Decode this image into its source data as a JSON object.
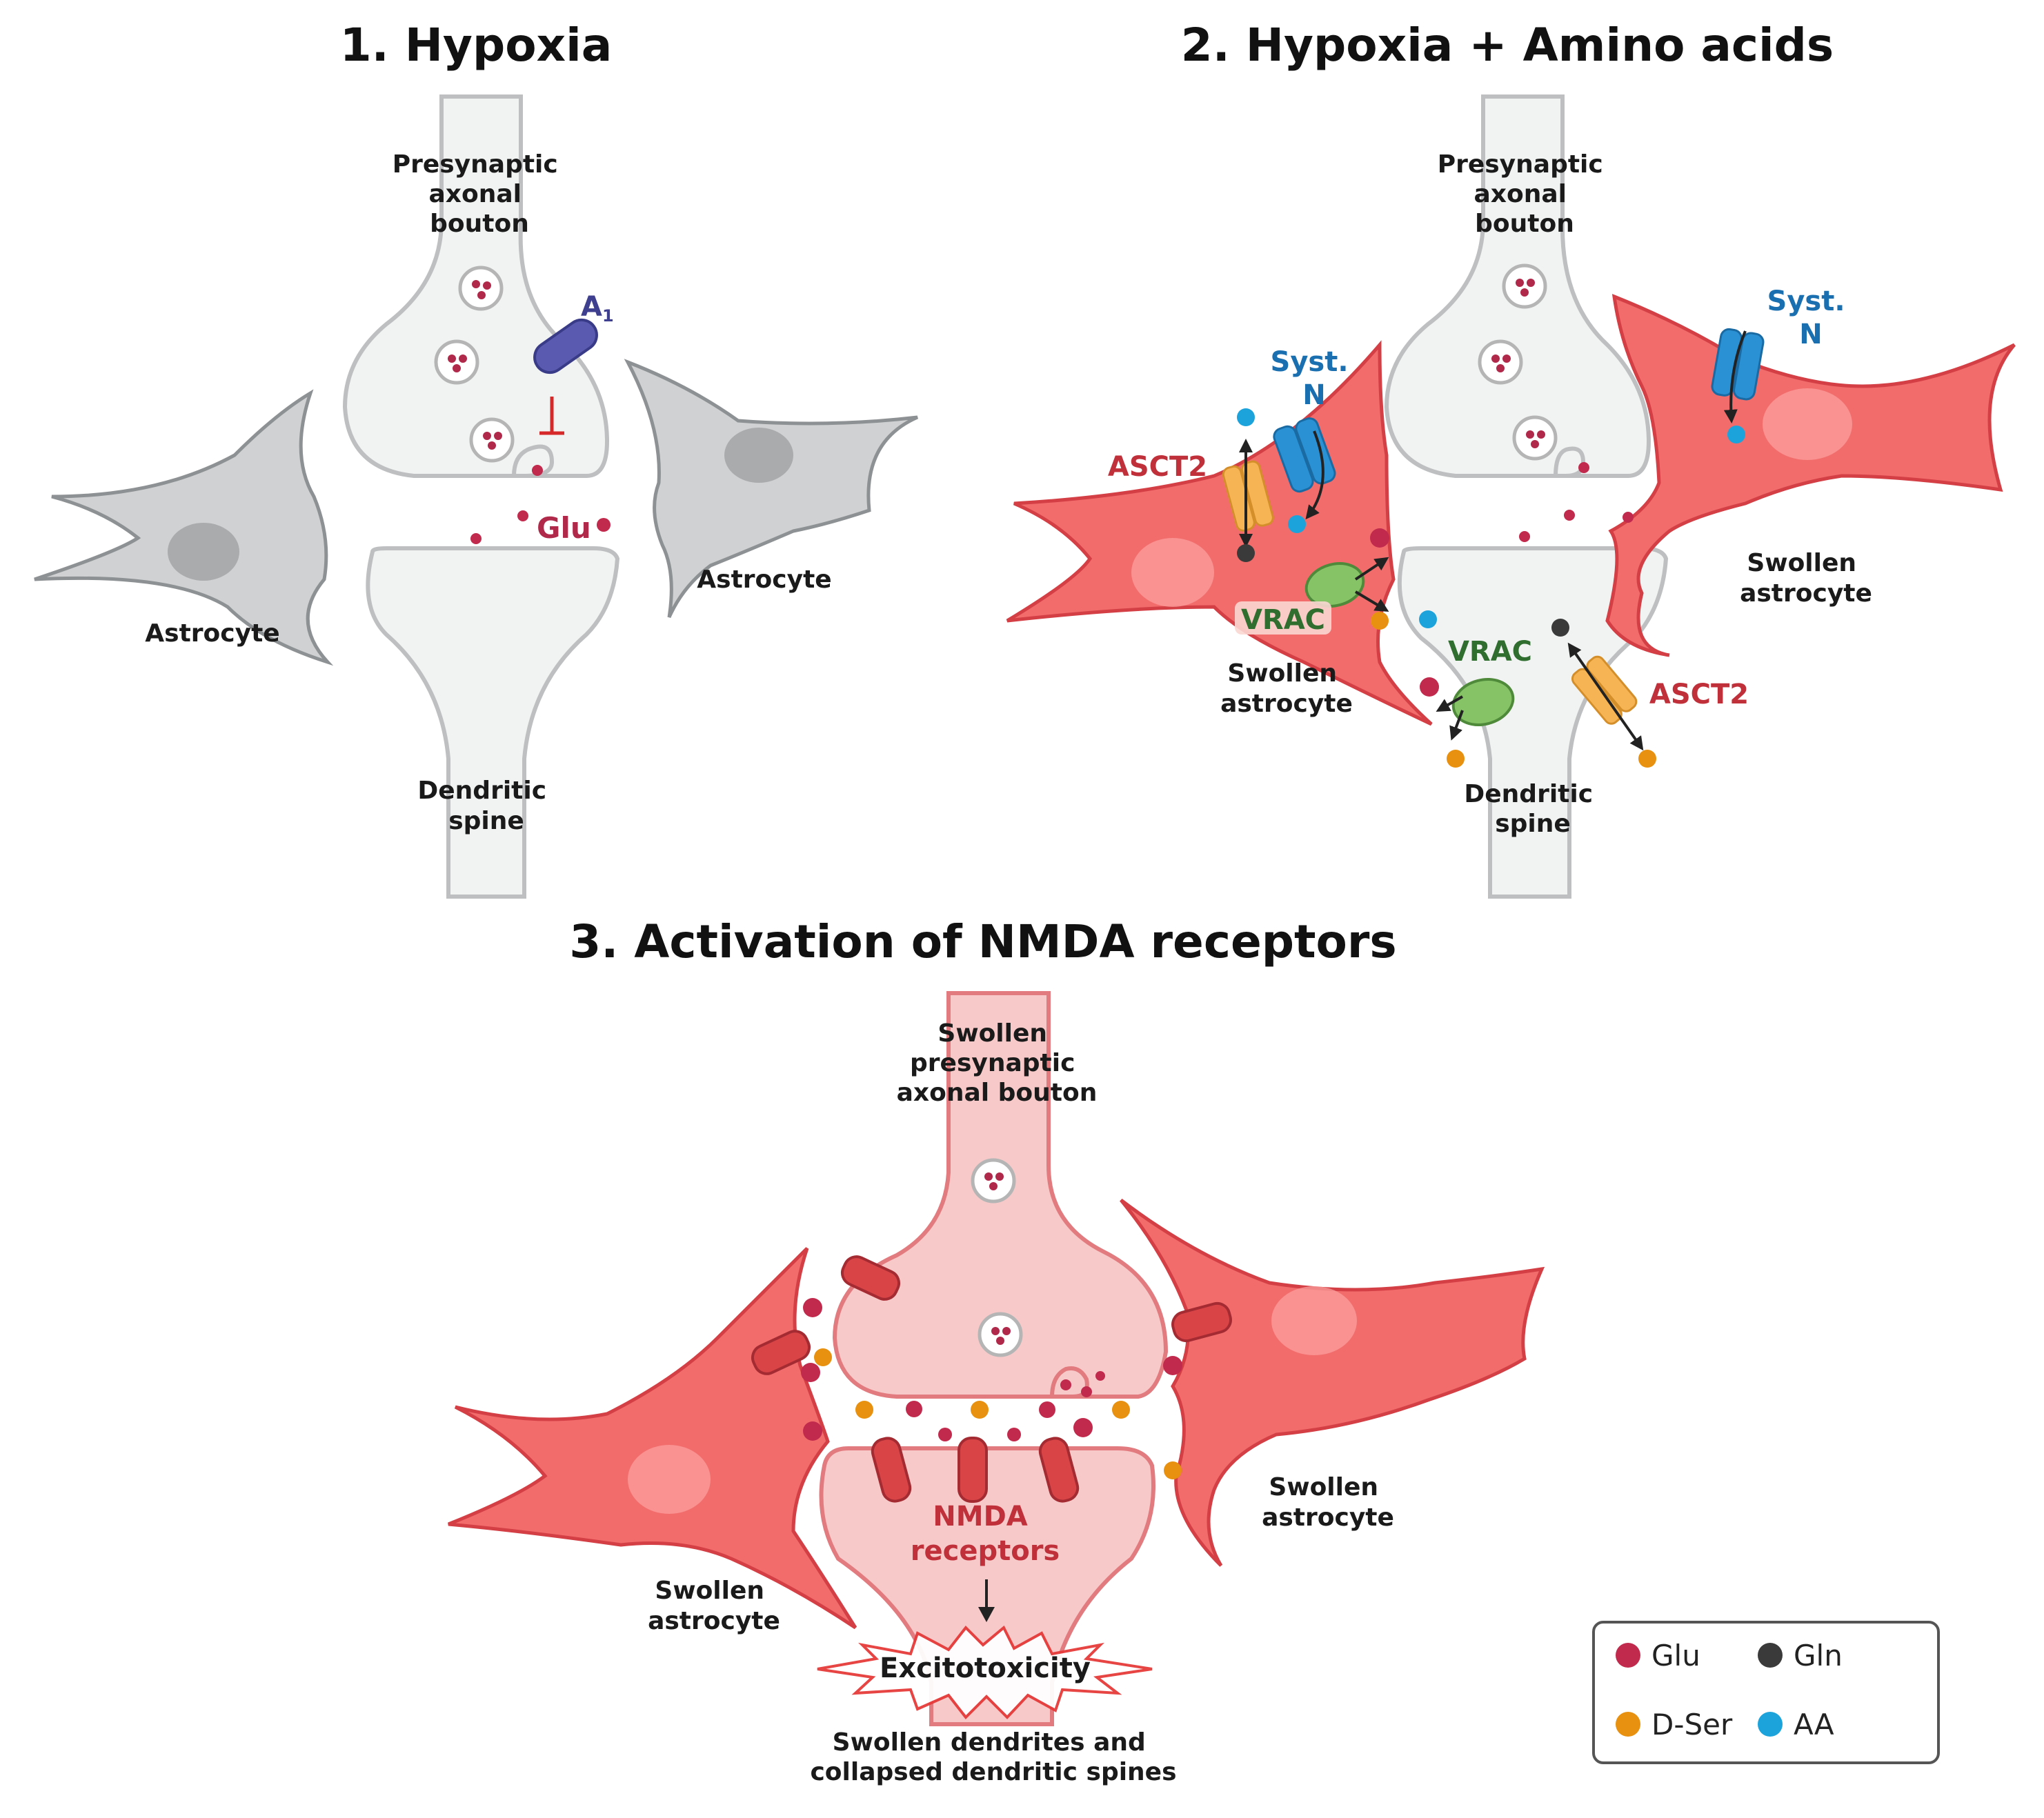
{
  "panel1": {
    "title": "1. Hypoxia",
    "presynaptic": [
      "Presynaptic",
      "axonal",
      "bouton"
    ],
    "dendritic": [
      "Dendritic",
      "spine"
    ],
    "astrocyte_left": "Astrocyte",
    "astrocyte_right": "Astrocyte",
    "receptor_label": "A",
    "receptor_subscript": "1",
    "glu_label": "Glu"
  },
  "panel2": {
    "title": "2. Hypoxia + Amino acids",
    "presynaptic": [
      "Presynaptic",
      "axonal",
      "bouton"
    ],
    "dendritic": [
      "Dendritic",
      "spine"
    ],
    "syst_left": [
      "Syst.",
      "N"
    ],
    "syst_right": [
      "Syst.",
      "N"
    ],
    "asct2_left": "ASCT2",
    "asct2_right": "ASCT2",
    "vrac_left": "VRAC",
    "vrac_right": "VRAC",
    "swollen_left": [
      "Swollen",
      "astrocyte"
    ],
    "swollen_right": [
      "Swollen",
      "astrocyte"
    ]
  },
  "panel3": {
    "title": "3. Activation of NMDA receptors",
    "presynaptic": [
      "Swollen",
      "presynaptic",
      "axonal bouton"
    ],
    "nmda": [
      "NMDA",
      "receptors"
    ],
    "excitotoxicity": "Excitotoxicity",
    "bottom": [
      "Swollen dendrites and",
      "collapsed dendritic spines"
    ],
    "swollen_left": [
      "Swollen",
      "astrocyte"
    ],
    "swollen_right": [
      "Swollen",
      "astrocyte"
    ]
  },
  "legend": {
    "items": [
      {
        "label": "Glu",
        "color": "#c12a4c"
      },
      {
        "label": "Gln",
        "color": "#3a3a3a"
      },
      {
        "label": "D-Ser",
        "color": "#e8900f"
      },
      {
        "label": "AA",
        "color": "#1ca3dc"
      }
    ]
  }
}
